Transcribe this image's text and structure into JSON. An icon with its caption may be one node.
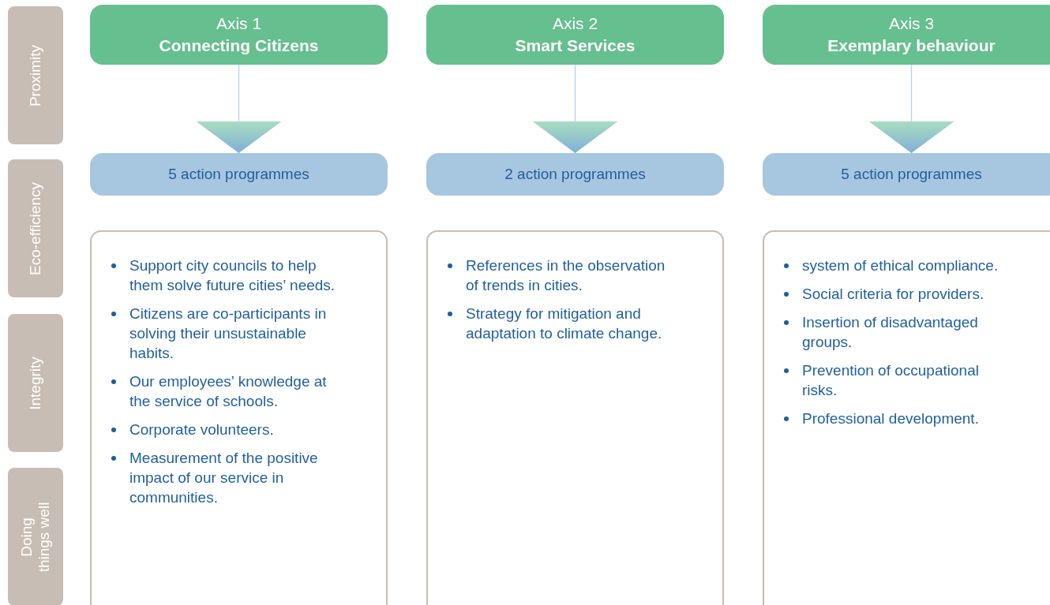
{
  "diagram": {
    "nodes": [
      {
        "text": [
          "Proximity"
        ]
      },
      {
        "text": [
          "Eco-efficiency"
        ]
      },
      {
        "text": [
          "Integrity"
        ]
      },
      {
        "text": [
          "Doing things well"
        ]
      },
      {
        "text": [
          "Axis 1",
          "Connecting Citizens"
        ]
      },
      {
        "text": [
          "Axis 2",
          "Smart Services"
        ]
      },
      {
        "text": [
          "Axis 3",
          "Exemplary behaviour"
        ]
      },
      {
        "text": [
          "5 action programmes"
        ]
      },
      {
        "text": [
          "2 action programmes"
        ]
      },
      {
        "text": [
          "5 action programmes"
        ]
      },
      {
        "text": [
          "Support city councils to help them solve future cities’ needs.",
          "Citizens are co-participants in solving their unsustainable habits.",
          "Our employees’ knowledge at the service of schools.",
          "Corporate volunteers.",
          "Measurement of the positive impact of our service in communities."
        ]
      },
      {
        "text": [
          "References in the observation of trends in cities.",
          "Strategy for mitigation and adaptation to climate change."
        ]
      },
      {
        "text": [
          "system of ethical compliance.",
          "Social criteria for providers.",
          "Insertion of disadvantaged groups.",
          "Prevention of occupational risks.",
          "Professional development."
        ]
      }
    ],
    "edges": [
      {
        "from": 4,
        "to": 7,
        "arrow": "to"
      },
      {
        "from": 5,
        "to": 8,
        "arrow": "to"
      },
      {
        "from": 6,
        "to": 9,
        "arrow": "to"
      }
    ]
  }
}
